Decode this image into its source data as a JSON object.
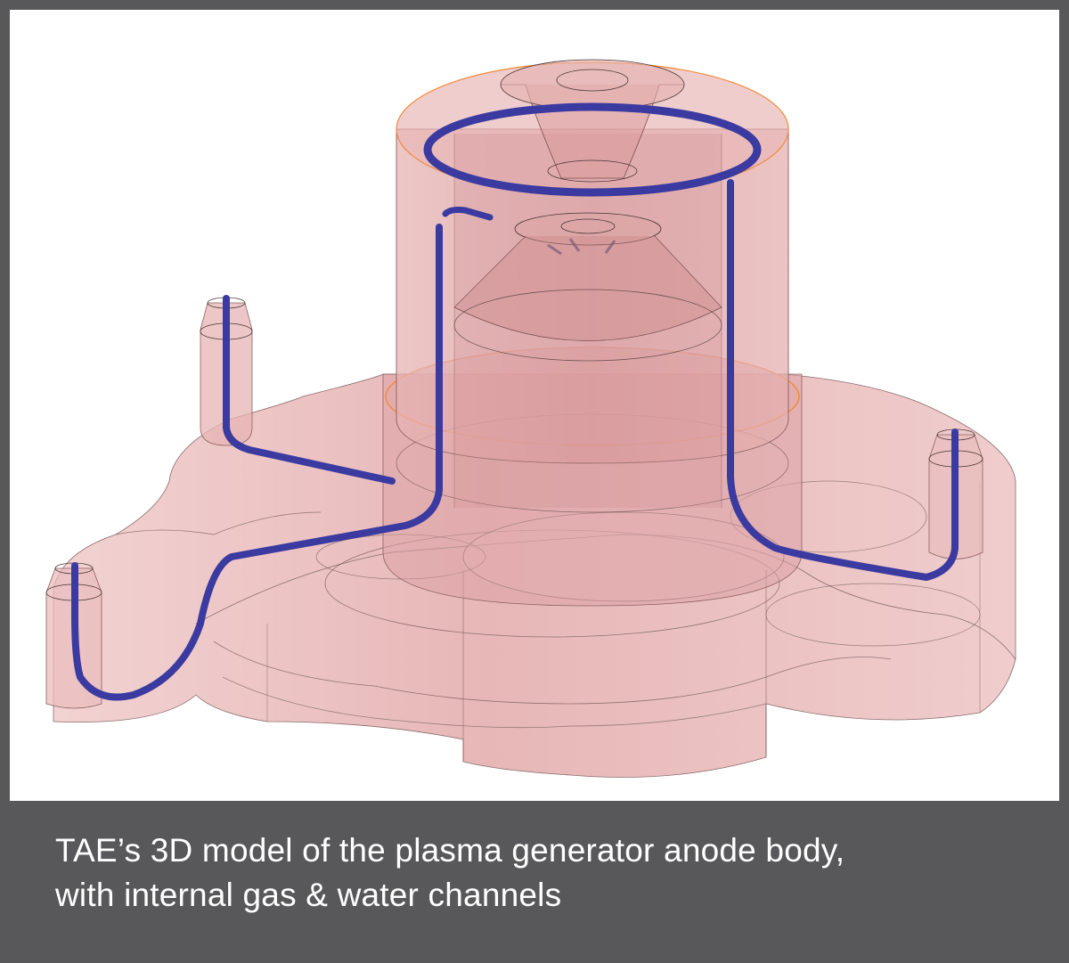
{
  "figure": {
    "subject": "3D model of the plasma generator anode body",
    "colors": {
      "frame": "#58585a",
      "canvas_bg": "#ffffff",
      "body_fill": "#e8b4b4",
      "body_fill_dark": "#d79a9c",
      "outline": "#3a2a2a",
      "orange_ring": "#f08a3a",
      "channel": "#3b3aa0",
      "caption_text": "#ffffff"
    }
  },
  "caption": {
    "line1": "TAE’s 3D model of the plasma generator anode body,",
    "line2": "with internal gas & water channels"
  }
}
